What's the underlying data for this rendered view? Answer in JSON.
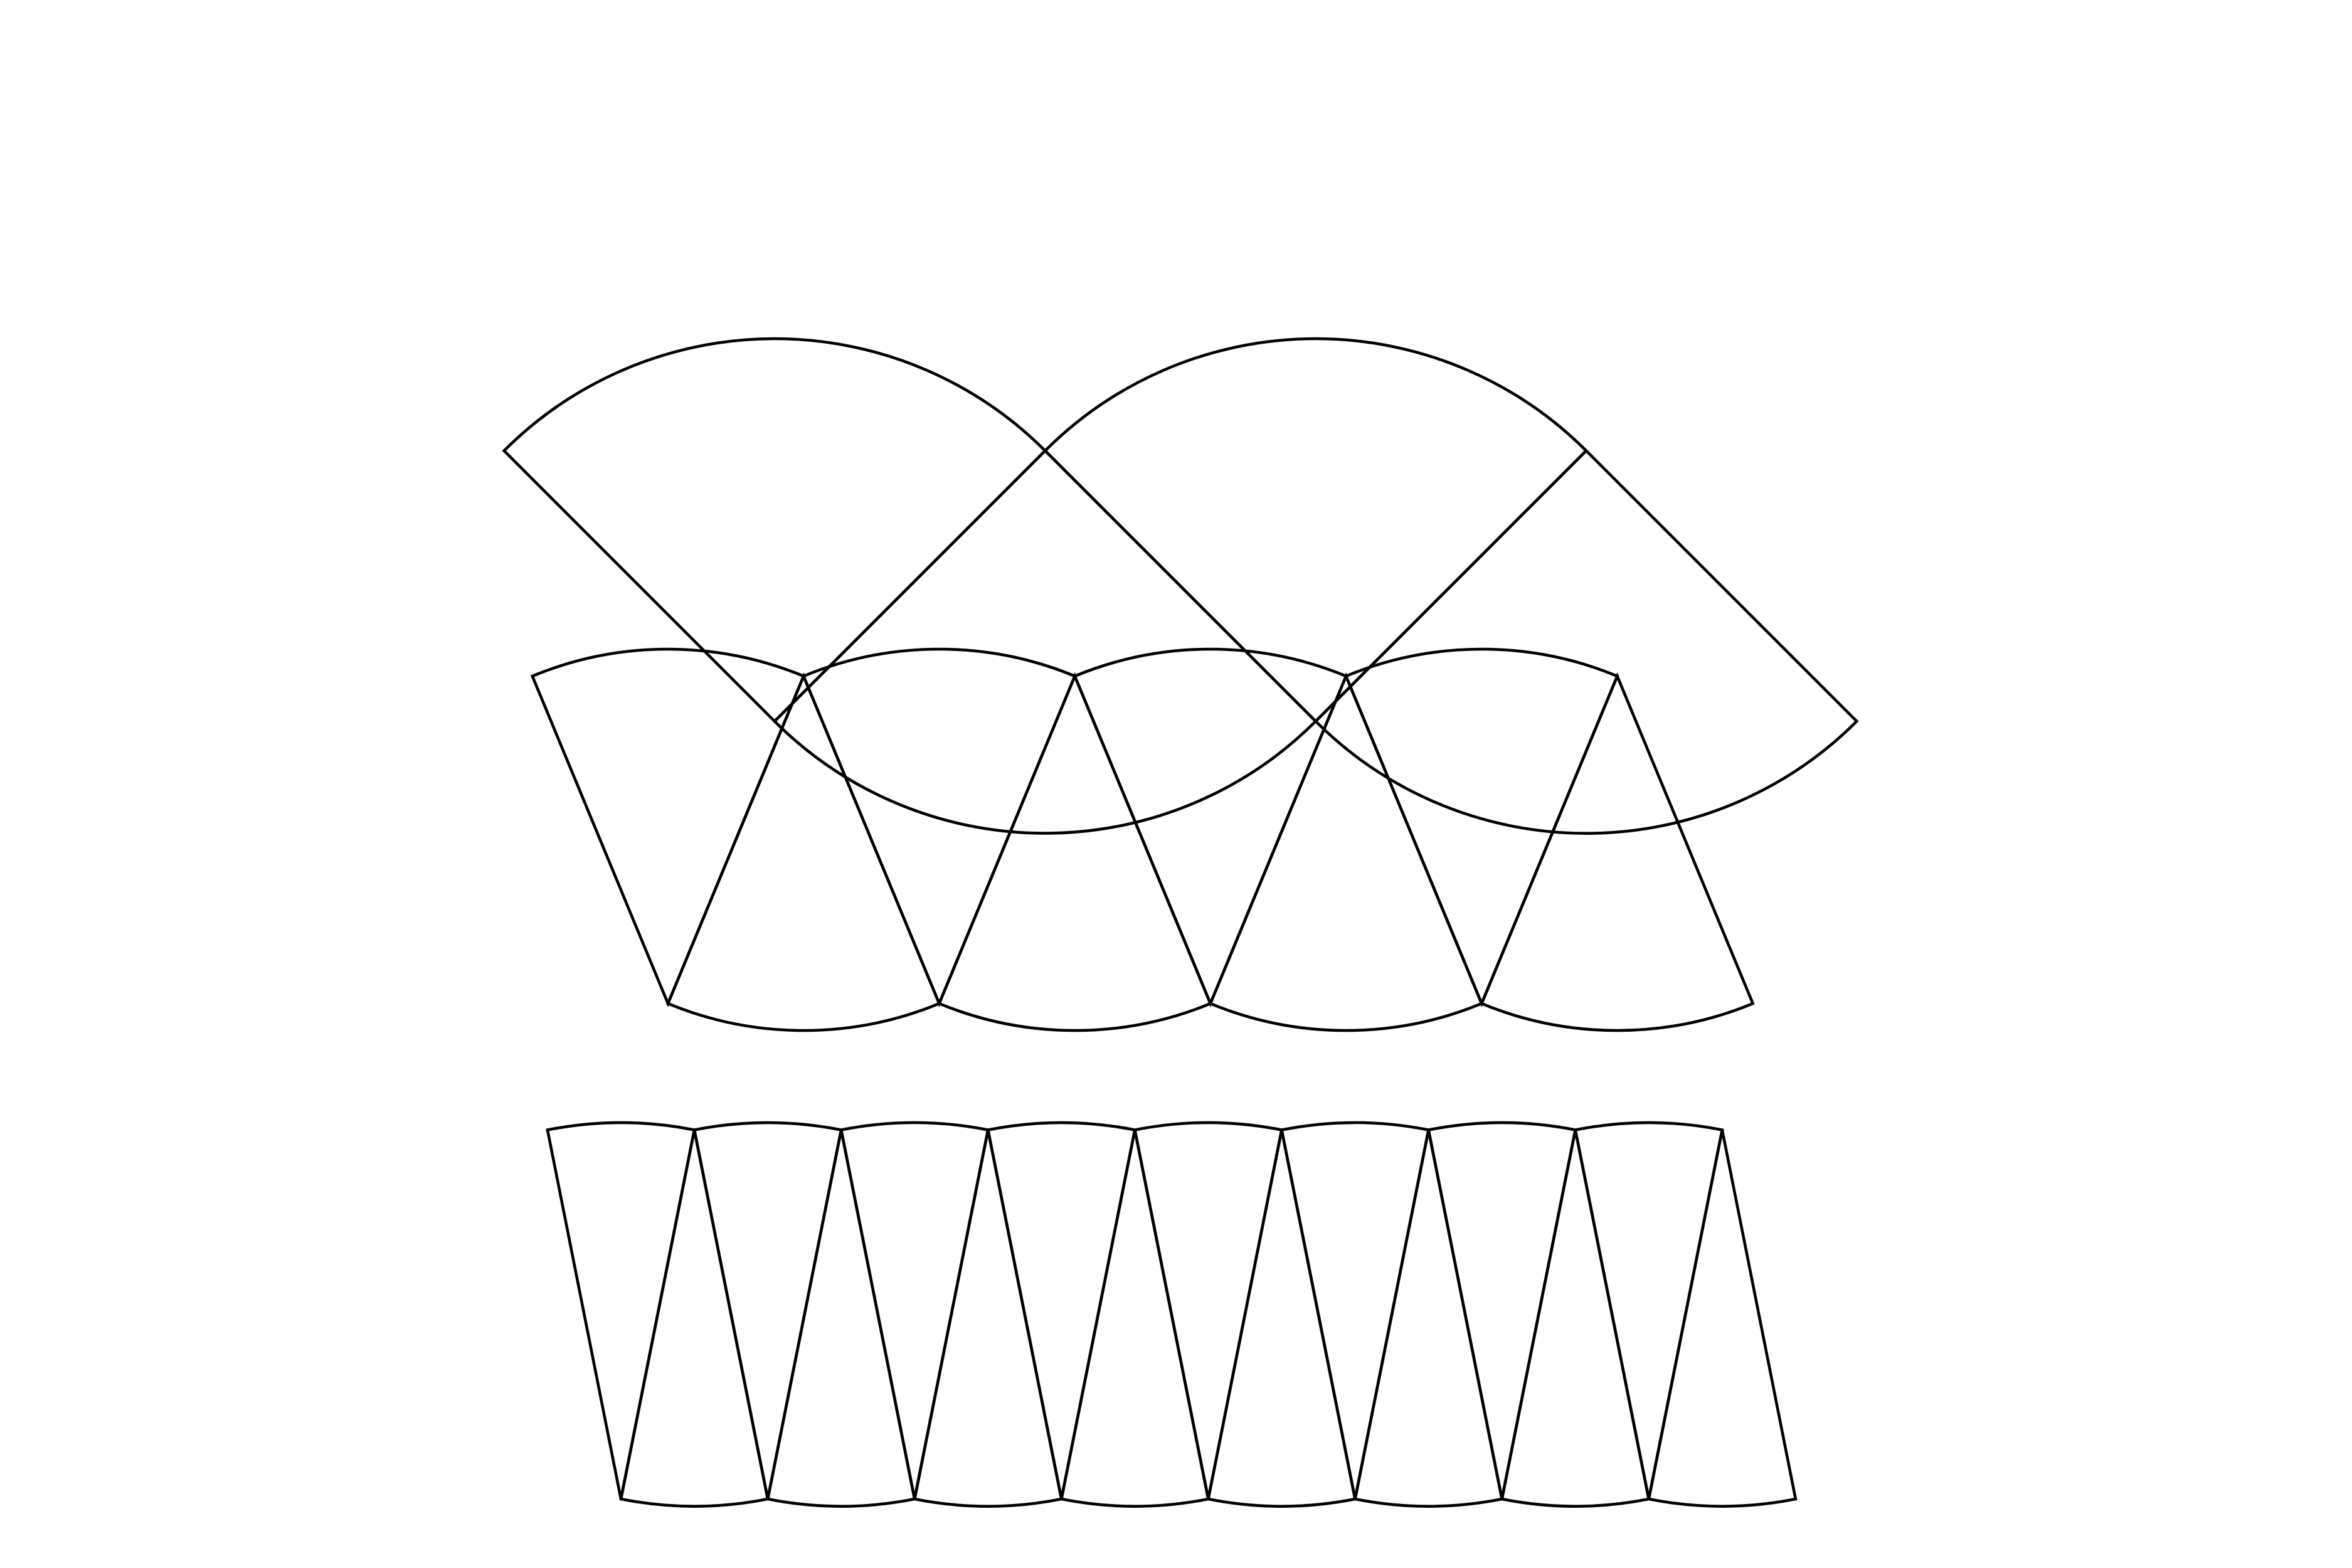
{
  "diagram": {
    "description_text": "",
    "stroke_color": "#000000",
    "background_color": "#ffffff",
    "rows": [
      {
        "name": "row-two-sectors",
        "sector_count": 4,
        "sector_angle_deg": 90
      },
      {
        "name": "row-eight-sectors",
        "sector_count": 8,
        "sector_angle_deg": 45
      },
      {
        "name": "row-sixteen-sectors",
        "sector_count": 16,
        "sector_angle_deg": 22.5
      }
    ]
  }
}
